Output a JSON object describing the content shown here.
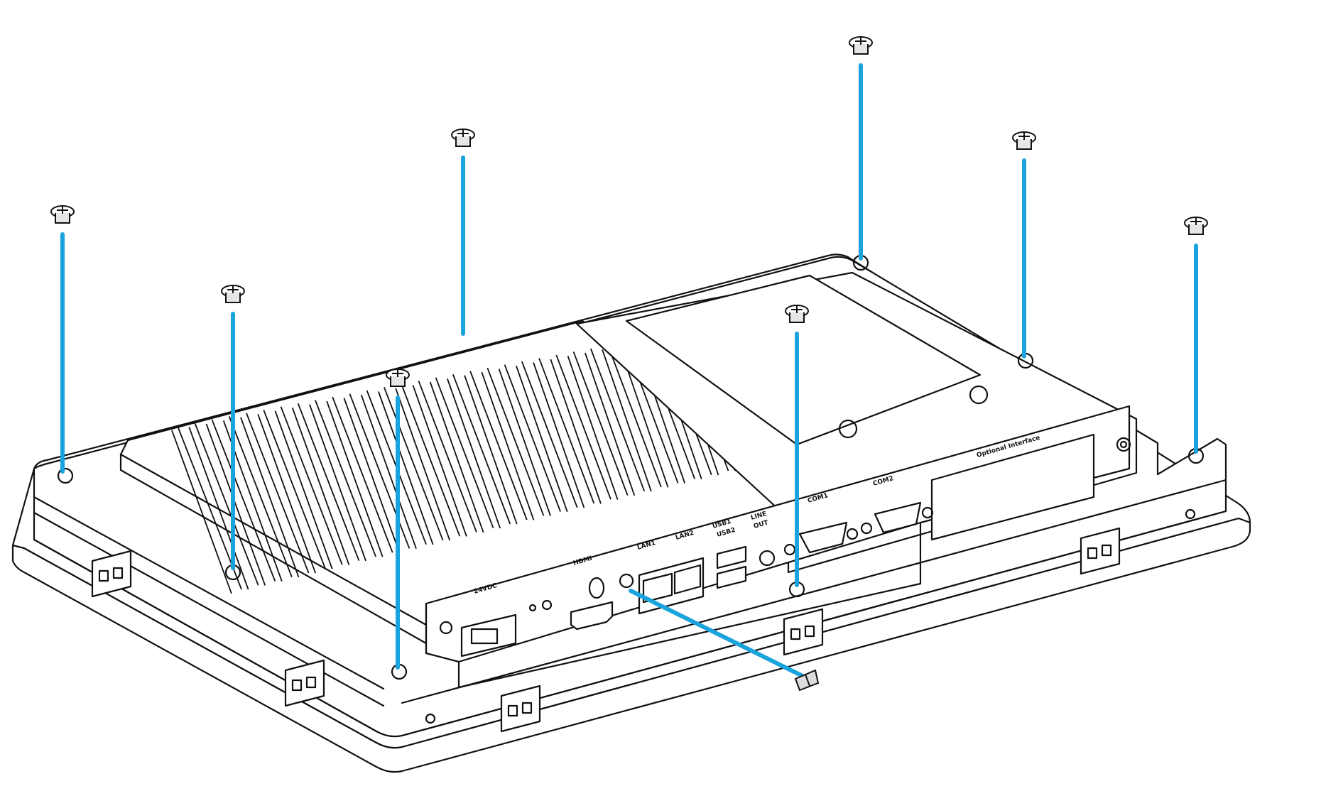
{
  "diagram": {
    "colors": {
      "line": "#111111",
      "guide": "#1aa3dd",
      "fill": "#ffffff",
      "shade": "#e6e6e6"
    },
    "port_labels": {
      "power": "24VDC",
      "hdmi": "HDMI",
      "lan1": "LAN1",
      "lan2": "LAN2",
      "usb1": "USB1",
      "usb2": "USB2",
      "line": "LINE",
      "out": "OUT",
      "com1": "COM1",
      "com2": "COM2",
      "optional": "Optional Interface"
    },
    "icons": [
      "screw-icon",
      "ground-icon",
      "power-connector-icon",
      "hdmi-port-icon",
      "lan-port-icon",
      "usb-port-icon",
      "audio-jack-icon",
      "serial-port-icon"
    ]
  }
}
